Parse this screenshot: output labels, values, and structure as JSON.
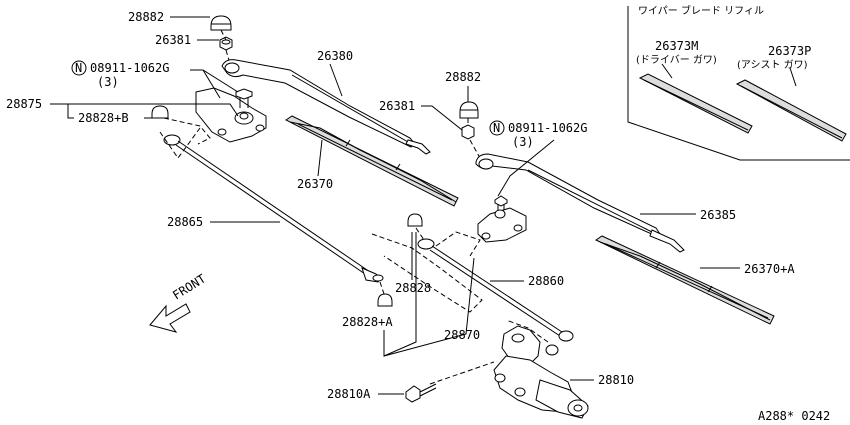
{
  "labels": {
    "p28882_a": "28882",
    "p26381_a": "26381",
    "p26380": "26380",
    "n08911_a": "08911-1062G",
    "qty_a": "(3)",
    "p28875": "28875",
    "p28828b": "28828+B",
    "p26370": "26370",
    "p28865": "28865",
    "p28882_b": "28882",
    "p26381_b": "26381",
    "n08911_b": "08911-1062G",
    "qty_b": "(3)",
    "p26385": "26385",
    "p26370a": "26370+A",
    "p28860": "28860",
    "p28828": "28828",
    "p28828a": "28828+A",
    "p28870": "28870",
    "p28810": "28810",
    "p28810a": "28810A",
    "front": "FRONT",
    "refill_title": "ワイパー ブレード リフィル",
    "p26373m": "26373M",
    "p26373m_sub": "(ドライバー ガワ)",
    "p26373p": "26373P",
    "p26373p_sub": "(アシスト ガワ)",
    "n_symbol": "N",
    "doc_code": "A288* 0242"
  }
}
